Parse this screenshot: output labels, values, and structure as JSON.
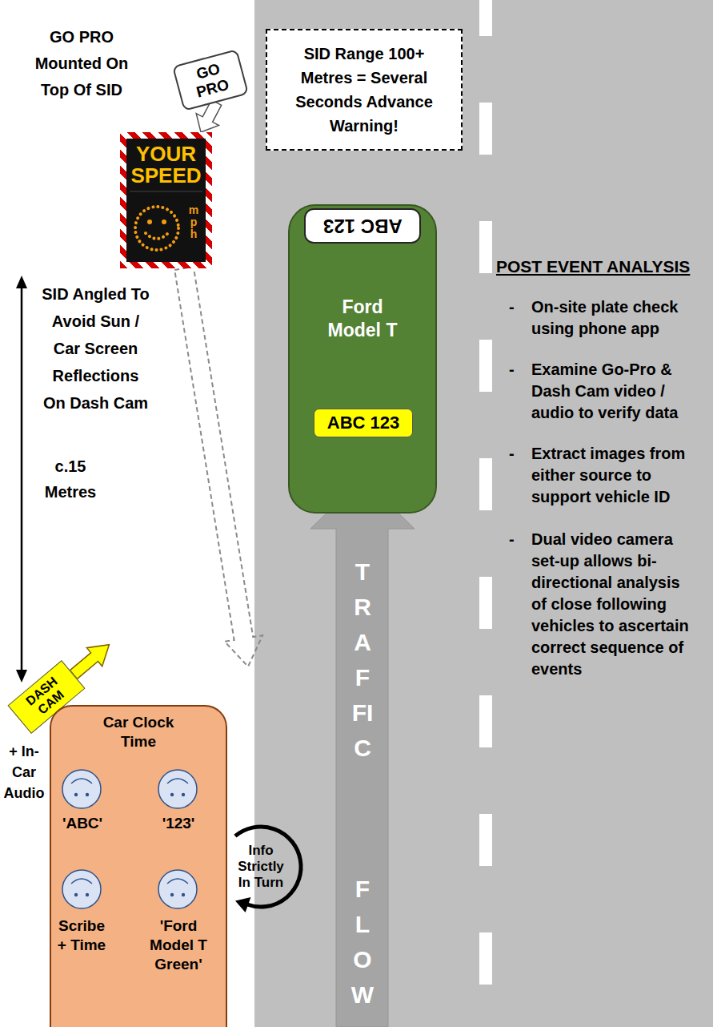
{
  "diagram": {
    "nodes": [
      {
        "text": [
          "GO PRO"
        ]
      },
      {
        "text": [
          "SID Range 100+ Metres = Several Seconds Advance Warning!"
        ]
      },
      {
        "text": [
          "YOUR SPEED",
          "mph"
        ]
      },
      {
        "text": [
          "Ford Model T"
        ]
      },
      {
        "text": [
          "ABC 123"
        ],
        "in": 3
      },
      {
        "text": [
          "ABC 123"
        ],
        "in": 3
      },
      {
        "text": [
          "DASH CAM"
        ]
      },
      {
        "text": [
          "Car Clock Time",
          "'ABC'",
          "'123'",
          "Scribe + Time",
          "'Ford Model T Green'"
        ]
      }
    ],
    "edges": [
      {
        "from": 0,
        "to": 2,
        "arrow": "to"
      }
    ],
    "labels": [
      "GO PRO Mounted On Top Of SID",
      "SID Angled To Avoid Sun / Car Screen Reflections On Dash Cam",
      "c.15 Metres",
      "+ In-Car Audio",
      "Info Strictly In Turn",
      "POST EVENT ANALYSIS",
      "-",
      "On-site plate check using phone app",
      "-",
      "Examine Go-Pro & Dash Cam video / audio to verify data",
      "-",
      "Extract images from either source to support vehicle ID",
      "-",
      "Dual video camera set-up allows bi-directional analysis of close following vehicles to ascertain correct sequence of events",
      "TRAFFIC",
      "FLOW"
    ]
  }
}
